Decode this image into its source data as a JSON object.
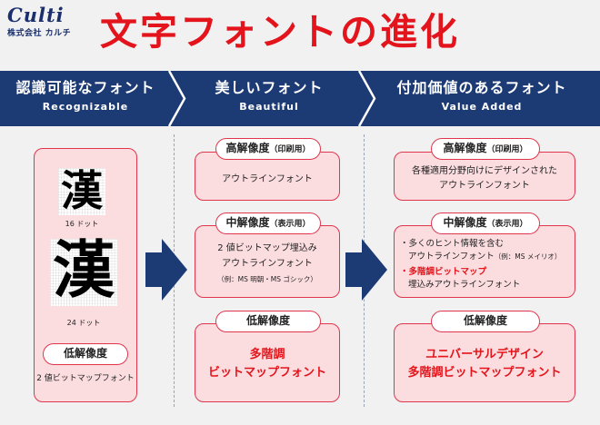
{
  "logo": {
    "name": "Culti",
    "company": "株式会社 カルチ"
  },
  "title": "文字フォントの進化",
  "columns": [
    {
      "jp": "認識可能なフォント",
      "en": "Recognizable"
    },
    {
      "jp": "美しいフォント",
      "en": "Beautiful"
    },
    {
      "jp": "付加価値のあるフォント",
      "en": "Value Added"
    }
  ],
  "col1": {
    "kanji": "漢",
    "cap16": "16 ドット",
    "cap24": "24 ドット",
    "pill": "低解像度",
    "desc": "2 値ビットマップフォント"
  },
  "col2": {
    "high": {
      "label": "高解像度",
      "paren": "（印刷用）",
      "text": "アウトラインフォント"
    },
    "mid": {
      "label": "中解像度",
      "paren": "（表示用）",
      "line1": "2 値ビットマップ埋込み",
      "line2": "アウトラインフォント",
      "note": "（例：MS 明朝・MS ゴシック）"
    },
    "low": {
      "label": "低解像度",
      "line1": "多階調",
      "line2": "ビットマップフォント"
    }
  },
  "col3": {
    "high": {
      "label": "高解像度",
      "paren": "（印刷用）",
      "line1": "各種適用分野向けにデザインされた",
      "line2": "アウトラインフォント"
    },
    "mid": {
      "label": "中解像度",
      "paren": "（表示用）",
      "b1": "・多くのヒント情報を含む",
      "b1b": "アウトラインフォント",
      "b1note": "（例：MS メイリオ）",
      "b2red": "・多階調ビットマップ",
      "b2b": "埋込みアウトラインフォント"
    },
    "low": {
      "label": "低解像度",
      "line1": "ユニバーサルデザイン",
      "line2": "多階調ビットマップフォント"
    }
  },
  "colors": {
    "navy": "#1c3a74",
    "red": "#e3141b",
    "panel": "#fbdde0",
    "border": "#e0364d"
  }
}
